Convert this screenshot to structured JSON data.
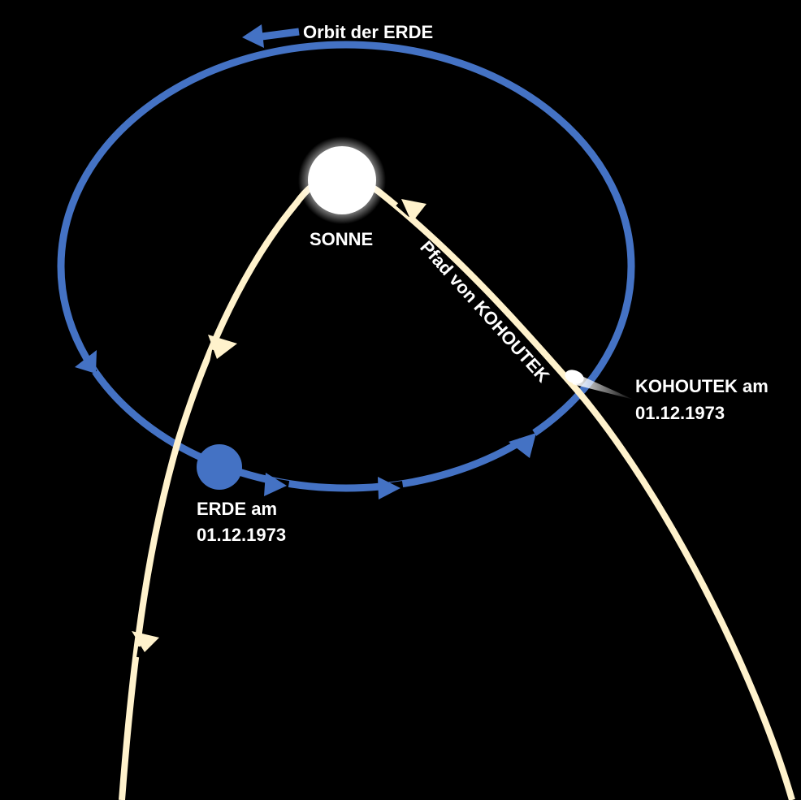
{
  "labels": {
    "earth_orbit": "Orbit der ERDE",
    "sun": "SONNE",
    "comet_path": "Pfad von KOHOUTEK",
    "comet_position_line1": "KOHOUTEK am",
    "comet_position_line2": "01.12.1973",
    "earth_position_line1": "ERDE am",
    "earth_position_line2": "01.12.1973"
  },
  "colors": {
    "background": "#000000",
    "earth_orbit": "#4472c4",
    "earth": "#4472c4",
    "comet_path": "#fff2cc",
    "sun": "#ffffff",
    "text": "#ffffff"
  },
  "icons": {
    "sun": "sun-icon",
    "earth": "earth-icon",
    "comet": "comet-icon"
  }
}
